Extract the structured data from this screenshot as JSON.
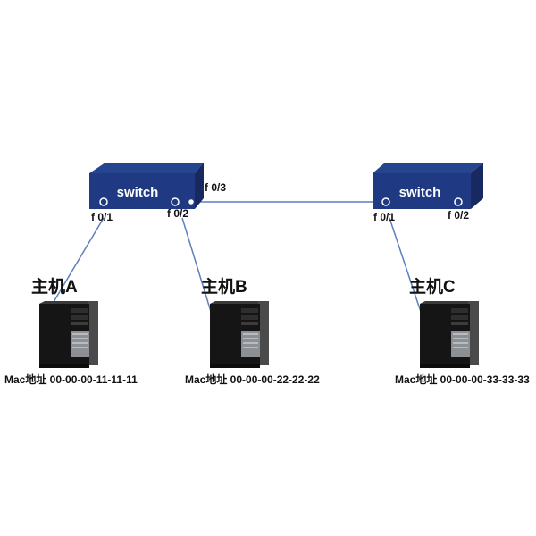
{
  "switches": [
    {
      "label": "switch",
      "ports": {
        "left": "f 0/1",
        "middle": "f 0/2",
        "right_top": "f 0/3"
      }
    },
    {
      "label": "switch",
      "ports": {
        "left": "f 0/1",
        "right": "f 0/2"
      }
    }
  ],
  "hosts": [
    {
      "name": "主机A",
      "mac": "Mac地址 00-00-00-11-11-11"
    },
    {
      "name": "主机B",
      "mac": "Mac地址 00-00-00-22-22-22"
    },
    {
      "name": "主机C",
      "mac": "Mac地址 00-00-00-33-33-33"
    }
  ],
  "colors": {
    "switch_front": "#1f3a82",
    "switch_top": "#25458f",
    "switch_side": "#17295f",
    "link": "#5d7fbf"
  }
}
